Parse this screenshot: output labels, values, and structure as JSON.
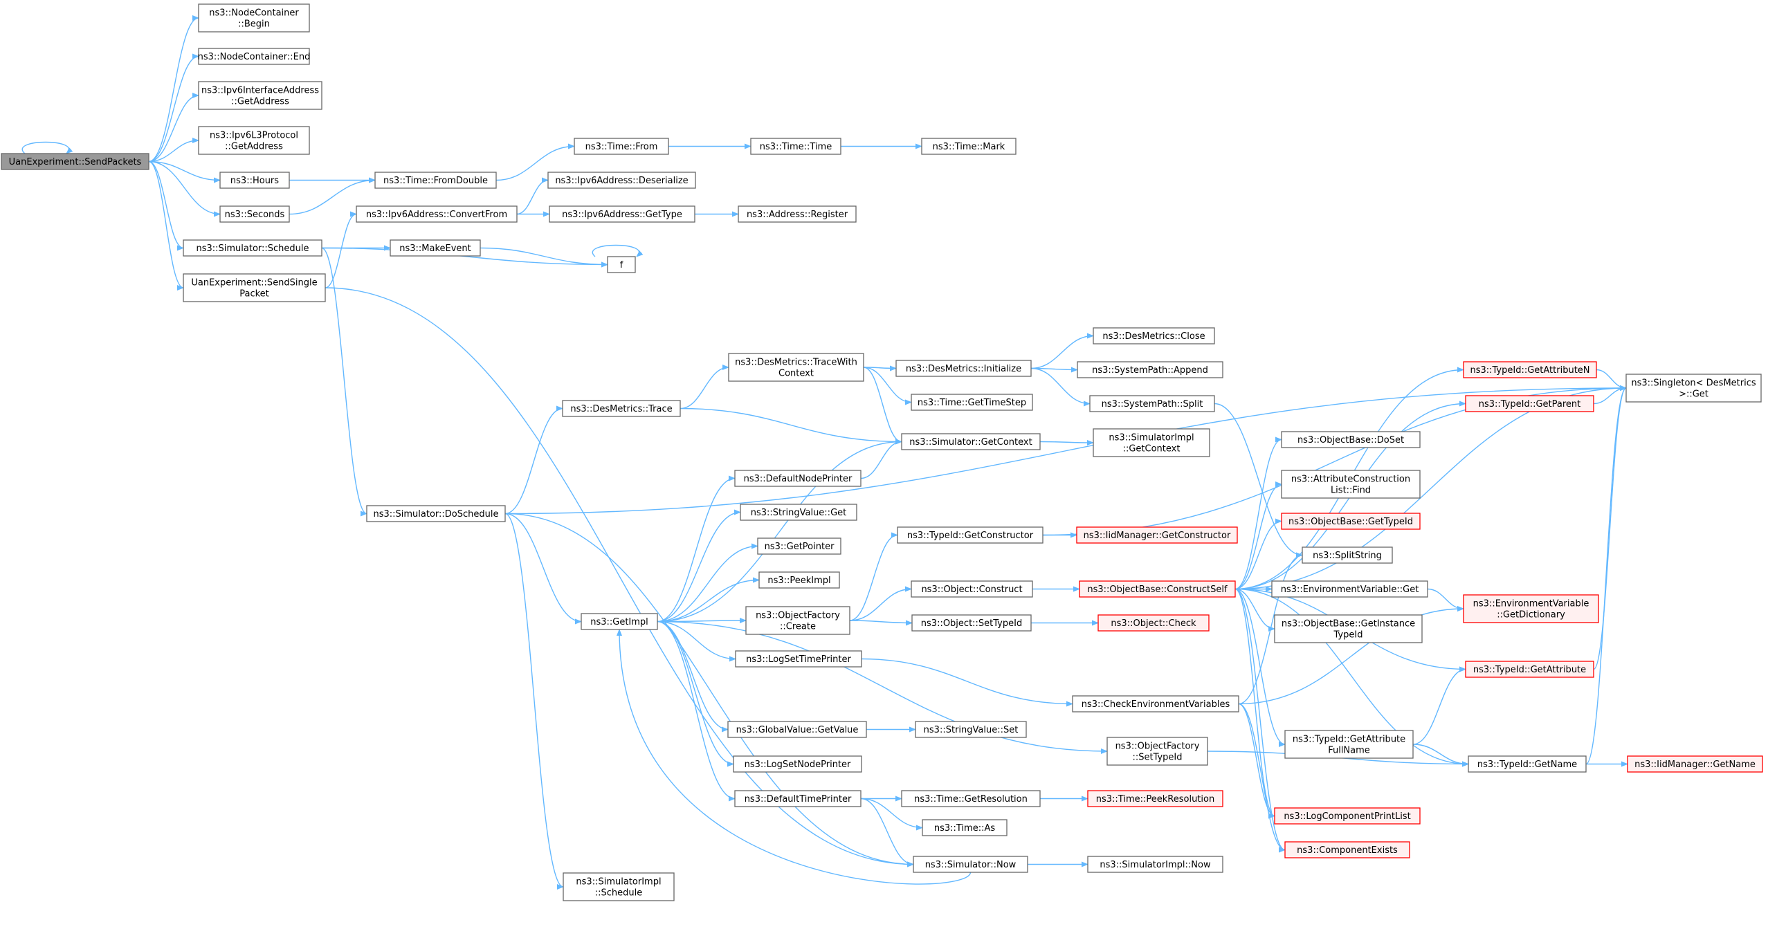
{
  "diagram": {
    "type": "doxygen-call-graph",
    "colors": {
      "edge": "#63b8ff",
      "node_border": "#666666",
      "root_fill": "#999999",
      "truncated_border": "#ff0000",
      "truncated_fill": "#fff0f0"
    },
    "nodes": [
      {
        "id": "sendpackets",
        "lines": [
          "UanExperiment::SendPackets"
        ],
        "kind": "root"
      },
      {
        "id": "nc-begin",
        "lines": [
          "ns3::NodeContainer",
          "::Begin"
        ]
      },
      {
        "id": "nc-end",
        "lines": [
          "ns3::NodeContainer::End"
        ]
      },
      {
        "id": "ipv6ifaddr-getaddr",
        "lines": [
          "ns3::Ipv6InterfaceAddress",
          "::GetAddress"
        ]
      },
      {
        "id": "ipv6l3-getaddr",
        "lines": [
          "ns3::Ipv6L3Protocol",
          "::GetAddress"
        ]
      },
      {
        "id": "hours",
        "lines": [
          "ns3::Hours"
        ]
      },
      {
        "id": "seconds",
        "lines": [
          "ns3::Seconds"
        ]
      },
      {
        "id": "sim-schedule",
        "lines": [
          "ns3::Simulator::Schedule"
        ]
      },
      {
        "id": "sendsingle",
        "lines": [
          "UanExperiment::SendSingle",
          "Packet"
        ]
      },
      {
        "id": "time-from",
        "lines": [
          "ns3::Time::From"
        ]
      },
      {
        "id": "time-fromdouble",
        "lines": [
          "ns3::Time::FromDouble"
        ]
      },
      {
        "id": "time-time",
        "lines": [
          "ns3::Time::Time"
        ]
      },
      {
        "id": "time-mark",
        "lines": [
          "ns3::Time::Mark"
        ]
      },
      {
        "id": "ipv6-deserialize",
        "lines": [
          "ns3::Ipv6Address::Deserialize"
        ]
      },
      {
        "id": "ipv6-convertfrom",
        "lines": [
          "ns3::Ipv6Address::ConvertFrom"
        ]
      },
      {
        "id": "ipv6-gettype",
        "lines": [
          "ns3::Ipv6Address::GetType"
        ]
      },
      {
        "id": "address-register",
        "lines": [
          "ns3::Address::Register"
        ]
      },
      {
        "id": "makeevent",
        "lines": [
          "ns3::MakeEvent"
        ]
      },
      {
        "id": "f",
        "lines": [
          "f"
        ]
      },
      {
        "id": "sim-doschedule",
        "lines": [
          "ns3::Simulator::DoSchedule"
        ]
      },
      {
        "id": "desmetrics-trace",
        "lines": [
          "ns3::DesMetrics::Trace"
        ]
      },
      {
        "id": "desmetrics-tracewith",
        "lines": [
          "ns3::DesMetrics::TraceWith",
          "Context"
        ]
      },
      {
        "id": "desmetrics-initialize",
        "lines": [
          "ns3::DesMetrics::Initialize"
        ]
      },
      {
        "id": "desmetrics-close",
        "lines": [
          "ns3::DesMetrics::Close"
        ]
      },
      {
        "id": "systempath-append",
        "lines": [
          "ns3::SystemPath::Append"
        ]
      },
      {
        "id": "time-gettimestep",
        "lines": [
          "ns3::Time::GetTimeStep"
        ]
      },
      {
        "id": "systempath-split",
        "lines": [
          "ns3::SystemPath::Split"
        ]
      },
      {
        "id": "sim-getcontext",
        "lines": [
          "ns3::Simulator::GetContext"
        ]
      },
      {
        "id": "simimpl-getcontext",
        "lines": [
          "ns3::SimulatorImpl",
          "::GetContext"
        ]
      },
      {
        "id": "defaultnodeprinter",
        "lines": [
          "ns3::DefaultNodePrinter"
        ]
      },
      {
        "id": "stringvalue-get",
        "lines": [
          "ns3::StringValue::Get"
        ]
      },
      {
        "id": "getpointer",
        "lines": [
          "ns3::GetPointer"
        ]
      },
      {
        "id": "peekimpl",
        "lines": [
          "ns3::PeekImpl"
        ]
      },
      {
        "id": "getimpl",
        "lines": [
          "ns3::GetImpl"
        ]
      },
      {
        "id": "objfactory-create",
        "lines": [
          "ns3::ObjectFactory",
          "::Create"
        ]
      },
      {
        "id": "logsettimeprinter",
        "lines": [
          "ns3::LogSetTimePrinter"
        ]
      },
      {
        "id": "globalvalue-getvalue",
        "lines": [
          "ns3::GlobalValue::GetValue"
        ]
      },
      {
        "id": "lognodeprinter",
        "lines": [
          "ns3::LogSetNodePrinter"
        ]
      },
      {
        "id": "defaulttimeprinter",
        "lines": [
          "ns3::DefaultTimePrinter"
        ]
      },
      {
        "id": "simimpl-schedule",
        "lines": [
          "ns3::SimulatorImpl",
          "::Schedule"
        ]
      },
      {
        "id": "typeid-getconstructor",
        "lines": [
          "ns3::TypeId::GetConstructor"
        ]
      },
      {
        "id": "iidmanager-getconstructor",
        "lines": [
          "ns3::IidManager::GetConstructor"
        ],
        "kind": "truncated"
      },
      {
        "id": "object-construct",
        "lines": [
          "ns3::Object::Construct"
        ]
      },
      {
        "id": "object-settypeid",
        "lines": [
          "ns3::Object::SetTypeId"
        ]
      },
      {
        "id": "object-check",
        "lines": [
          "ns3::Object::Check"
        ],
        "kind": "truncated"
      },
      {
        "id": "objbase-constructself",
        "lines": [
          "ns3::ObjectBase::ConstructSelf"
        ],
        "kind": "truncated"
      },
      {
        "id": "stringvalue-set",
        "lines": [
          "ns3::StringValue::Set"
        ]
      },
      {
        "id": "checkenvvars",
        "lines": [
          "ns3::CheckEnvironmentVariables"
        ]
      },
      {
        "id": "objfactory-settypeid",
        "lines": [
          "ns3::ObjectFactory",
          "::SetTypeId"
        ]
      },
      {
        "id": "time-getresolution",
        "lines": [
          "ns3::Time::GetResolution"
        ]
      },
      {
        "id": "time-peekresolution",
        "lines": [
          "ns3::Time::PeekResolution"
        ],
        "kind": "truncated"
      },
      {
        "id": "time-as",
        "lines": [
          "ns3::Time::As"
        ]
      },
      {
        "id": "sim-now",
        "lines": [
          "ns3::Simulator::Now"
        ]
      },
      {
        "id": "simimpl-now",
        "lines": [
          "ns3::SimulatorImpl::Now"
        ]
      },
      {
        "id": "typeid-getattributen",
        "lines": [
          "ns3::TypeId::GetAttributeN"
        ],
        "kind": "truncated"
      },
      {
        "id": "typeid-getparent",
        "lines": [
          "ns3::TypeId::GetParent"
        ],
        "kind": "truncated"
      },
      {
        "id": "singleton-get",
        "lines": [
          "ns3::Singleton< DesMetrics",
          " >::Get"
        ]
      },
      {
        "id": "objbase-doset",
        "lines": [
          "ns3::ObjectBase::DoSet"
        ]
      },
      {
        "id": "attrconstlist-find",
        "lines": [
          "ns3::AttributeConstruction",
          "List::Find"
        ]
      },
      {
        "id": "objbase-gettypeid",
        "lines": [
          "ns3::ObjectBase::GetTypeId"
        ],
        "kind": "truncated"
      },
      {
        "id": "splitstring",
        "lines": [
          "ns3::SplitString"
        ]
      },
      {
        "id": "envvar-get",
        "lines": [
          "ns3::EnvironmentVariable::Get"
        ]
      },
      {
        "id": "envvar-getdictionary",
        "lines": [
          "ns3::EnvironmentVariable",
          "::GetDictionary"
        ],
        "kind": "truncated"
      },
      {
        "id": "objbase-getinstancetypeid",
        "lines": [
          "ns3::ObjectBase::GetInstance",
          "TypeId"
        ]
      },
      {
        "id": "typeid-getattribute",
        "lines": [
          "ns3::TypeId::GetAttribute"
        ],
        "kind": "truncated"
      },
      {
        "id": "typeid-getattrfullname",
        "lines": [
          "ns3::TypeId::GetAttribute",
          "FullName"
        ]
      },
      {
        "id": "typeid-getname",
        "lines": [
          "ns3::TypeId::GetName"
        ]
      },
      {
        "id": "iidmanager-getname",
        "lines": [
          "ns3::IidManager::GetName"
        ],
        "kind": "truncated"
      },
      {
        "id": "logcomponentprintlist",
        "lines": [
          "ns3::LogComponentPrintList"
        ],
        "kind": "truncated"
      },
      {
        "id": "componentexists",
        "lines": [
          "ns3::ComponentExists"
        ],
        "kind": "truncated"
      }
    ],
    "edges": [
      [
        "sendpackets",
        "sendpackets"
      ],
      [
        "sendpackets",
        "nc-begin"
      ],
      [
        "sendpackets",
        "nc-end"
      ],
      [
        "sendpackets",
        "ipv6ifaddr-getaddr"
      ],
      [
        "sendpackets",
        "ipv6l3-getaddr"
      ],
      [
        "sendpackets",
        "hours"
      ],
      [
        "sendpackets",
        "seconds"
      ],
      [
        "sendpackets",
        "sim-schedule"
      ],
      [
        "sendpackets",
        "sendsingle"
      ],
      [
        "hours",
        "time-fromdouble"
      ],
      [
        "seconds",
        "time-fromdouble"
      ],
      [
        "time-fromdouble",
        "time-from"
      ],
      [
        "time-from",
        "time-time"
      ],
      [
        "time-time",
        "time-mark"
      ],
      [
        "sim-schedule",
        "makeevent"
      ],
      [
        "sim-schedule",
        "f"
      ],
      [
        "sim-schedule",
        "sim-doschedule"
      ],
      [
        "makeevent",
        "f"
      ],
      [
        "f",
        "f"
      ],
      [
        "sendsingle",
        "ipv6-convertfrom"
      ],
      [
        "sendsingle",
        "sim-now"
      ],
      [
        "ipv6-convertfrom",
        "ipv6-deserialize"
      ],
      [
        "ipv6-convertfrom",
        "ipv6-gettype"
      ],
      [
        "ipv6-gettype",
        "address-register"
      ],
      [
        "sim-doschedule",
        "singleton-get"
      ],
      [
        "sim-doschedule",
        "desmetrics-trace"
      ],
      [
        "sim-doschedule",
        "getimpl"
      ],
      [
        "sim-doschedule",
        "sim-now"
      ],
      [
        "sim-doschedule",
        "simimpl-schedule"
      ],
      [
        "desmetrics-trace",
        "desmetrics-tracewith"
      ],
      [
        "desmetrics-trace",
        "sim-getcontext"
      ],
      [
        "desmetrics-tracewith",
        "desmetrics-initialize"
      ],
      [
        "desmetrics-tracewith",
        "time-gettimestep"
      ],
      [
        "desmetrics-tracewith",
        "sim-getcontext"
      ],
      [
        "desmetrics-initialize",
        "desmetrics-close"
      ],
      [
        "desmetrics-initialize",
        "systempath-append"
      ],
      [
        "desmetrics-initialize",
        "systempath-split"
      ],
      [
        "systempath-split",
        "splitstring"
      ],
      [
        "sim-getcontext",
        "simimpl-getcontext"
      ],
      [
        "getimpl",
        "sim-getcontext"
      ],
      [
        "getimpl",
        "defaultnodeprinter"
      ],
      [
        "getimpl",
        "stringvalue-get"
      ],
      [
        "getimpl",
        "getpointer"
      ],
      [
        "getimpl",
        "peekimpl"
      ],
      [
        "getimpl",
        "objfactory-create"
      ],
      [
        "getimpl",
        "logsettimeprinter"
      ],
      [
        "getimpl",
        "globalvalue-getvalue"
      ],
      [
        "getimpl",
        "lognodeprinter"
      ],
      [
        "getimpl",
        "defaulttimeprinter"
      ],
      [
        "getimpl",
        "objfactory-settypeid"
      ],
      [
        "defaultnodeprinter",
        "sim-getcontext"
      ],
      [
        "objfactory-create",
        "typeid-getconstructor"
      ],
      [
        "objfactory-create",
        "object-construct"
      ],
      [
        "objfactory-create",
        "object-settypeid"
      ],
      [
        "typeid-getconstructor",
        "iidmanager-getconstructor"
      ],
      [
        "typeid-getconstructor",
        "singleton-get"
      ],
      [
        "object-construct",
        "objbase-constructself"
      ],
      [
        "object-settypeid",
        "object-check"
      ],
      [
        "globalvalue-getvalue",
        "stringvalue-set"
      ],
      [
        "logsettimeprinter",
        "checkenvvars"
      ],
      [
        "defaulttimeprinter",
        "time-getresolution"
      ],
      [
        "defaulttimeprinter",
        "time-as"
      ],
      [
        "defaulttimeprinter",
        "sim-now"
      ],
      [
        "time-getresolution",
        "time-peekresolution"
      ],
      [
        "sim-now",
        "getimpl"
      ],
      [
        "sim-now",
        "simimpl-now"
      ],
      [
        "objbase-constructself",
        "typeid-getattributen"
      ],
      [
        "objbase-constructself",
        "typeid-getparent"
      ],
      [
        "objbase-constructself",
        "objbase-doset"
      ],
      [
        "objbase-constructself",
        "attrconstlist-find"
      ],
      [
        "objbase-constructself",
        "objbase-gettypeid"
      ],
      [
        "objbase-constructself",
        "envvar-get"
      ],
      [
        "objbase-constructself",
        "objbase-getinstancetypeid"
      ],
      [
        "objbase-constructself",
        "typeid-getattribute"
      ],
      [
        "objbase-constructself",
        "typeid-getattrfullname"
      ],
      [
        "objbase-constructself",
        "typeid-getname"
      ],
      [
        "objbase-constructself",
        "logcomponentprintlist"
      ],
      [
        "objbase-constructself",
        "componentexists"
      ],
      [
        "objbase-constructself",
        "singleton-get"
      ],
      [
        "checkenvvars",
        "envvar-getdictionary"
      ],
      [
        "checkenvvars",
        "splitstring"
      ],
      [
        "checkenvvars",
        "logcomponentprintlist"
      ],
      [
        "checkenvvars",
        "componentexists"
      ],
      [
        "objfactory-settypeid",
        "typeid-getname"
      ],
      [
        "envvar-get",
        "envvar-getdictionary"
      ],
      [
        "typeid-getattributen",
        "singleton-get"
      ],
      [
        "typeid-getparent",
        "singleton-get"
      ],
      [
        "typeid-getattribute",
        "singleton-get"
      ],
      [
        "typeid-getattrfullname",
        "typeid-getattribute"
      ],
      [
        "typeid-getattrfullname",
        "typeid-getname"
      ],
      [
        "typeid-getname",
        "singleton-get"
      ],
      [
        "typeid-getname",
        "iidmanager-getname"
      ]
    ]
  }
}
